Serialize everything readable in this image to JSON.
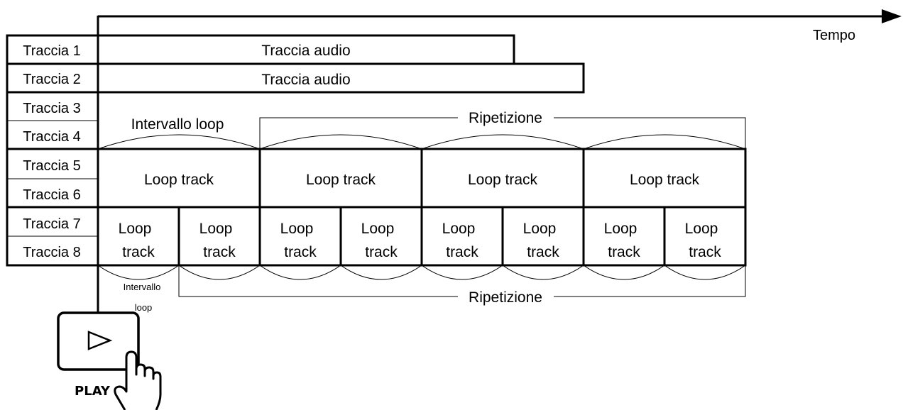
{
  "axis": {
    "label": "Tempo"
  },
  "track_labels": [
    "Traccia 1",
    "Traccia 2",
    "Traccia 3",
    "Traccia 4",
    "Traccia 5",
    "Traccia 6",
    "Traccia 7",
    "Traccia 8"
  ],
  "audio_bars": [
    {
      "label": "Traccia audio"
    },
    {
      "label": "Traccia audio"
    }
  ],
  "upper_braces": {
    "loop_label": "Intervallo loop",
    "repeat_label": "Ripetizione"
  },
  "loop_block_label": "Loop track",
  "loop_small": {
    "line1": "Loop",
    "line2": "track"
  },
  "lower_braces": {
    "loop_line1": "Intervallo",
    "loop_line2": "loop",
    "repeat_label": "Ripetizione"
  },
  "play_button": {
    "label": "PLAY",
    "icon": "play-triangle-icon"
  },
  "hand_icon": "pointing-hand-icon"
}
